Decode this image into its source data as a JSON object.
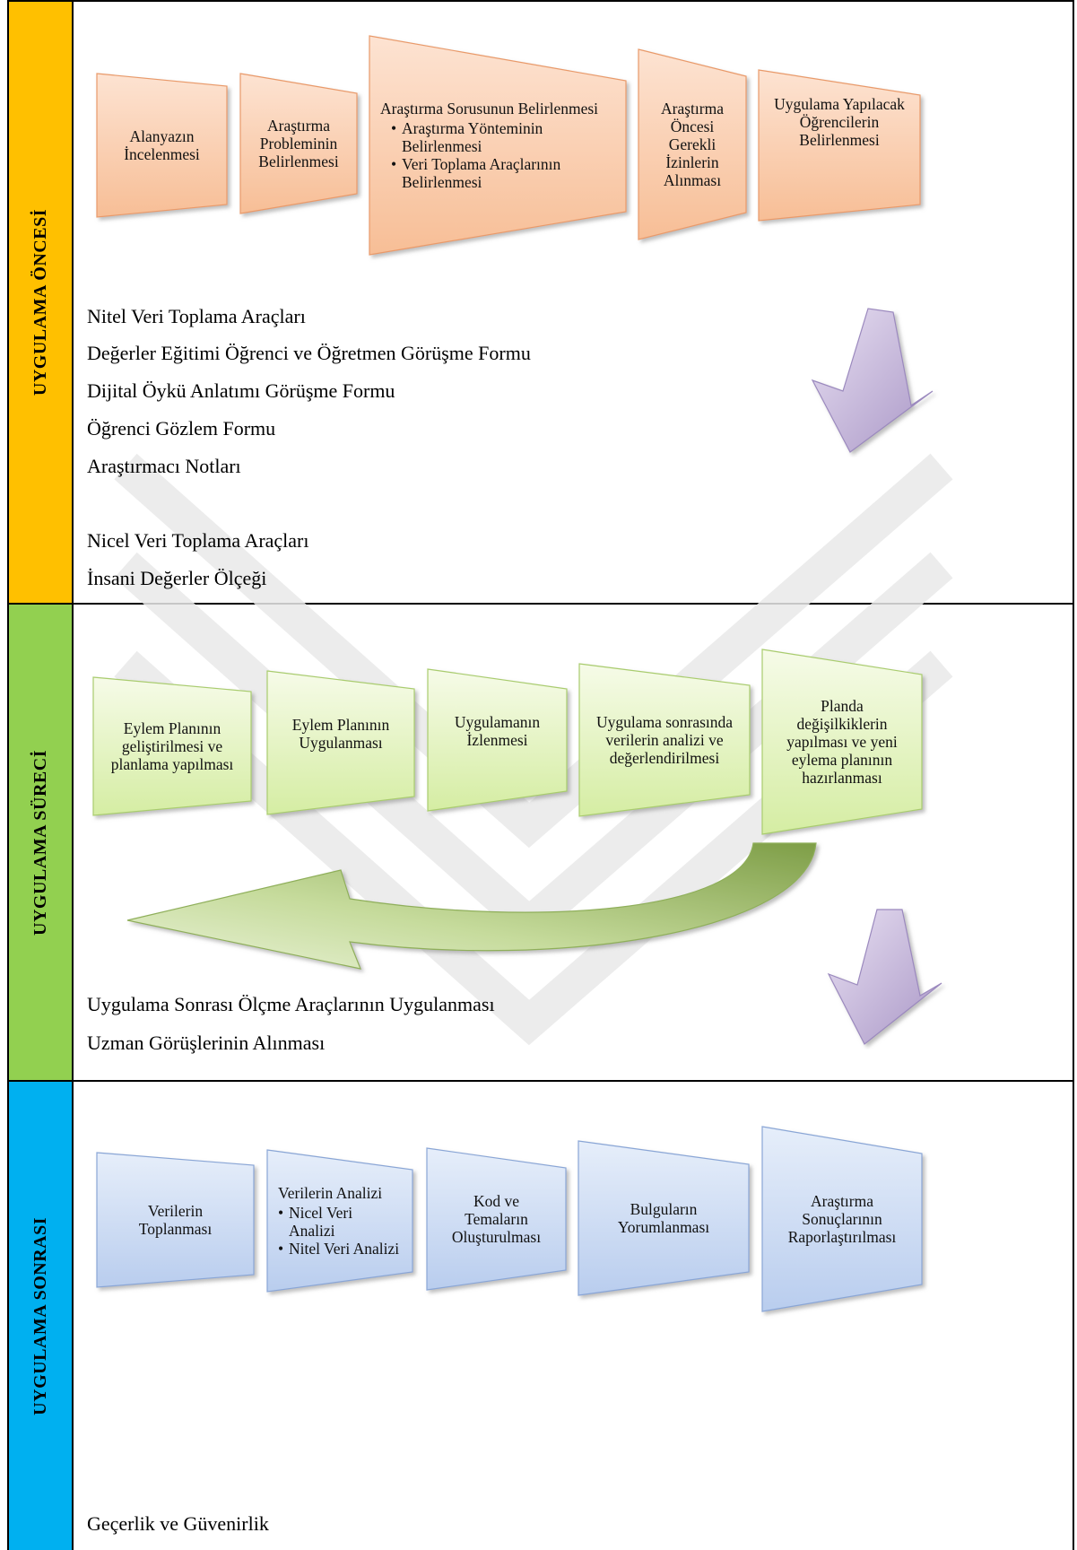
{
  "sections": [
    {
      "label": "UYGULAMA ÖNCESİ",
      "color": "#FFC000",
      "steps": [
        {
          "text": "Alanyazın İncelenmesi",
          "bullets": []
        },
        {
          "text": "Araştırma Probleminin Belirlenmesi",
          "bullets": []
        },
        {
          "text": "Araştırma Sorusunun Belirlenmesi",
          "bullets": [
            "Araştırma Yönteminin Belirlenmesi",
            "Veri Toplama Araçlarının Belirlenmesi"
          ]
        },
        {
          "text": "Araştırma Öncesi Gerekli İzinlerin Alınması",
          "bullets": []
        },
        {
          "text": "Uygulama Yapılacak Öğrencilerin Belirlenmesi",
          "bullets": []
        }
      ],
      "lines": [
        "Nitel Veri Toplama Araçları",
        "Değerler Eğitimi Öğrenci ve Öğretmen Görüşme Formu",
        "Dijital Öykü Anlatımı Görüşme Formu",
        "Öğrenci Gözlem Formu",
        "Araştırmacı Notları",
        "Nicel Veri Toplama Araçları",
        "İnsani Değerler Ölçeği"
      ]
    },
    {
      "label": "UYGULAMA SÜRECİ",
      "color": "#92D050",
      "steps": [
        {
          "text": "Eylem Planının geliştirilmesi ve planlama yapılması",
          "bullets": []
        },
        {
          "text": "Eylem Planının Uygulanması",
          "bullets": []
        },
        {
          "text": "Uygulamanın İzlenmesi",
          "bullets": []
        },
        {
          "text": "Uygulama sonrasında verilerin analizi ve değerlendirilmesi",
          "bullets": []
        },
        {
          "text": "Planda değişilkiklerin yapılması ve yeni eylema planının hazırlanması",
          "bullets": []
        }
      ],
      "lines": [
        "Uygulama Sonrası Ölçme Araçlarının Uygulanması",
        "Uzman Görüşlerinin Alınması"
      ]
    },
    {
      "label": "UYGULAMA SONRASI",
      "color": "#00B0F0",
      "steps": [
        {
          "text": "Verilerin Toplanması",
          "bullets": []
        },
        {
          "text": "Verilerin Analizi",
          "bullets": [
            "Nicel Veri Analizi",
            "Nitel Veri Analizi"
          ]
        },
        {
          "text": "Kod ve Temaların Oluşturulması",
          "bullets": []
        },
        {
          "text": "Bulguların Yorumlanması",
          "bullets": []
        },
        {
          "text": "Araştırma Sonuçlarının Raporlaştırılması",
          "bullets": []
        }
      ],
      "lines": [
        "Geçerlik ve Güvenirlik"
      ]
    }
  ],
  "colors": {
    "orange_fill_top": "#FDE3D2",
    "orange_fill_bottom": "#F7BE96",
    "orange_stroke": "#E99A6A",
    "green_fill_top": "#F6FBE8",
    "green_fill_bottom": "#D5EDA3",
    "green_stroke": "#A9CC6E",
    "blue_fill_top": "#E6EEFA",
    "blue_fill_bottom": "#B9CDEE",
    "blue_stroke": "#8AA6D6",
    "purple_arrow": "#C9B8DE",
    "green_arrow": "#8FAF5A"
  }
}
